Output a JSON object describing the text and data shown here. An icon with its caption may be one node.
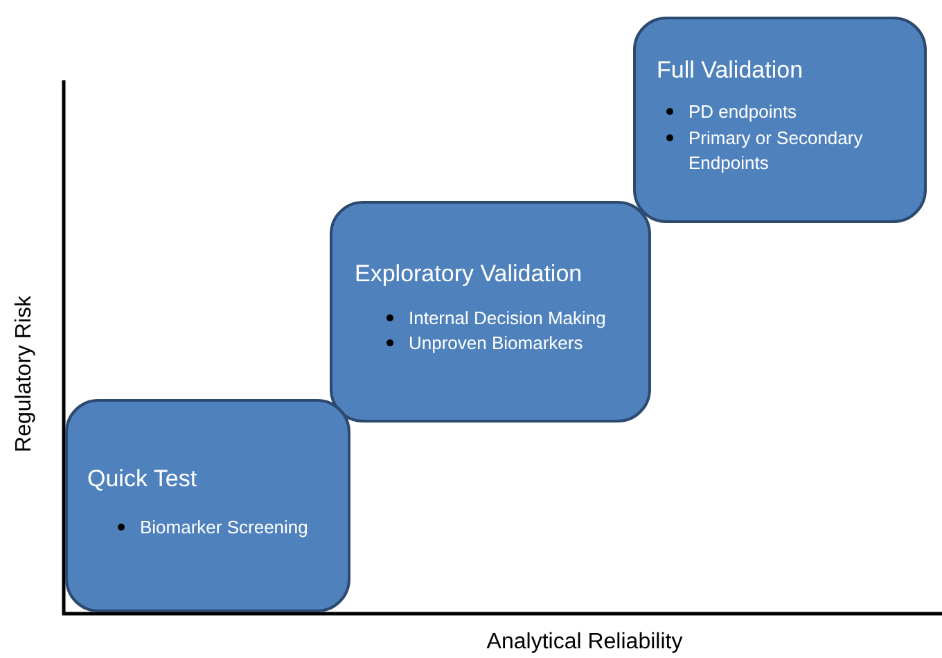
{
  "diagram": {
    "nodes": [
      {
        "text": [
          "Quick Test",
          "Biomarker Screening"
        ]
      },
      {
        "text": [
          "Exploratory Validation",
          "Internal Decision Making",
          "Unproven Biomarkers"
        ]
      },
      {
        "text": [
          "Full Validation",
          "PD endpoints",
          "Primary or Secondary Endpoints"
        ]
      }
    ],
    "edges": [],
    "labels": [
      "Regulatory Risk",
      "Analytical Reliability"
    ]
  }
}
